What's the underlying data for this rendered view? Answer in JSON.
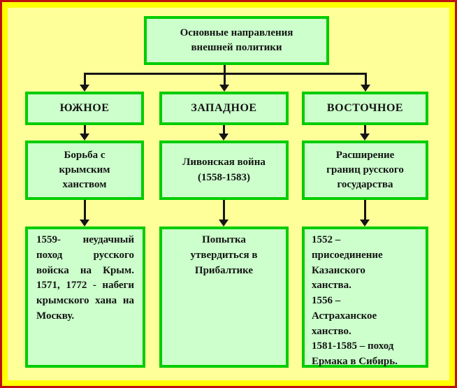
{
  "palette": {
    "background": "#ffff99",
    "outer_frame": "#bf1010",
    "inner_frame": "#ffff00",
    "box_fill": "#ccffcc",
    "box_border": "#00cc00",
    "connector": "#151515",
    "text": "#141414"
  },
  "title": {
    "text": "Основные направления\nвнешней политики"
  },
  "columns": [
    {
      "id": "south",
      "header": "ЮЖНОЕ",
      "mid": "Борьба с\nкрымским\nханством",
      "detail": "1559- неудачный поход русского войска на Крым. 1571, 1772 - набеги крымского хана на Москву."
    },
    {
      "id": "west",
      "header": "ЗАПАДНОЕ",
      "mid": "Ливонская война\n(1558-1583)",
      "detail": "Попытка\nутвердиться в\nПрибалтике"
    },
    {
      "id": "east",
      "header": "ВОСТОЧНОЕ",
      "mid": "Расширение\nграниц русского\nгосударства",
      "detail": "1552 –\nприсоединение\nКазанского\nханства.\n1556 –\nАстраханское\nханство.\n1581-1585 – поход\nЕрмака в Сибирь."
    }
  ]
}
